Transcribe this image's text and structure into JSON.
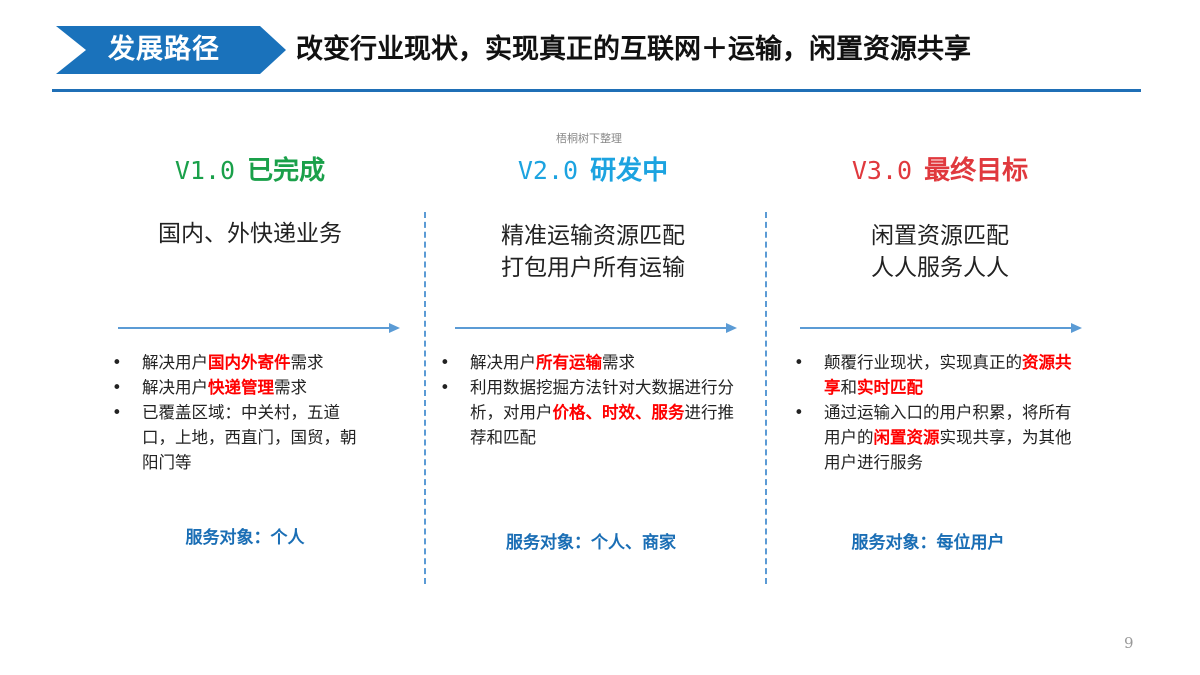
{
  "header": {
    "tag": "发展路径",
    "title": "改变行业现状，实现真正的互联网＋运输，闲置资源共享",
    "accent_color": "#1a72bb"
  },
  "watermark": "梧桐树下整理",
  "columns": [
    {
      "version": "V1.0",
      "status": "已完成",
      "color": "#1aa04a",
      "subtitle_lines": [
        "国内、外快递业务"
      ],
      "bullets": [
        [
          {
            "t": "解决用户"
          },
          {
            "t": "国内外寄件",
            "hl": true
          },
          {
            "t": "需求"
          }
        ],
        [
          {
            "t": "解决用户"
          },
          {
            "t": "快递管理",
            "hl": true
          },
          {
            "t": "需求"
          }
        ],
        [
          {
            "t": "已覆盖区域：中关村，五道口，上地，西直门，国贸，朝阳门等"
          }
        ]
      ],
      "target": "服务对象：个人"
    },
    {
      "version": "V2.0",
      "status": "研发中",
      "color": "#1ca3e0",
      "subtitle_lines": [
        "精准运输资源匹配",
        "打包用户所有运输"
      ],
      "bullets": [
        [
          {
            "t": "解决用户"
          },
          {
            "t": "所有运输",
            "hl": true
          },
          {
            "t": "需求"
          }
        ],
        [
          {
            "t": "利用数据挖掘方法针对大数据进行分析，对用户"
          },
          {
            "t": "价格、时效、服务",
            "hl": true
          },
          {
            "t": "进行推荐和匹配"
          }
        ]
      ],
      "target": "服务对象：个人、商家"
    },
    {
      "version": "V3.0",
      "status": "最终目标",
      "color": "#e0393e",
      "subtitle_lines": [
        "闲置资源匹配",
        "人人服务人人"
      ],
      "bullets": [
        [
          {
            "t": "颠覆行业现状，实现真正的"
          },
          {
            "t": "资源共享",
            "hl": true
          },
          {
            "t": "和"
          },
          {
            "t": "实时匹配",
            "hl": true
          }
        ],
        [
          {
            "t": "通过运输入口的用户积累，将所有用户的"
          },
          {
            "t": "闲置资源",
            "hl": true
          },
          {
            "t": "实现共享，为其他用户进行服务"
          }
        ]
      ],
      "target": "服务对象：每位用户"
    }
  ],
  "bullet_glyph": "•",
  "page_number": "9"
}
